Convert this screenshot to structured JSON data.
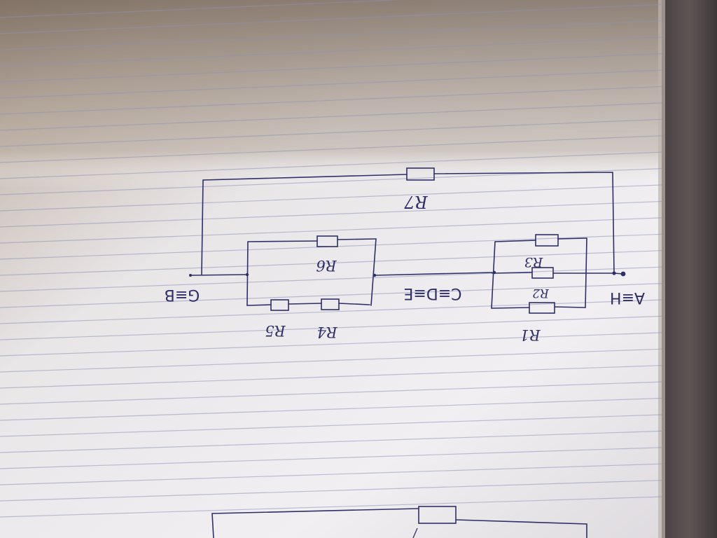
{
  "diagram": {
    "nodes": {
      "left_terminal": "G≡B",
      "middle_junction": "C≡D≡E",
      "right_terminal": "A≡H"
    },
    "resistors": [
      "R1",
      "R2",
      "R3",
      "R4",
      "R5",
      "R6",
      "R7"
    ]
  },
  "colors": {
    "ink": "#2e2f66",
    "paper": "#e9e6e6",
    "rule": "#8d93b8"
  }
}
